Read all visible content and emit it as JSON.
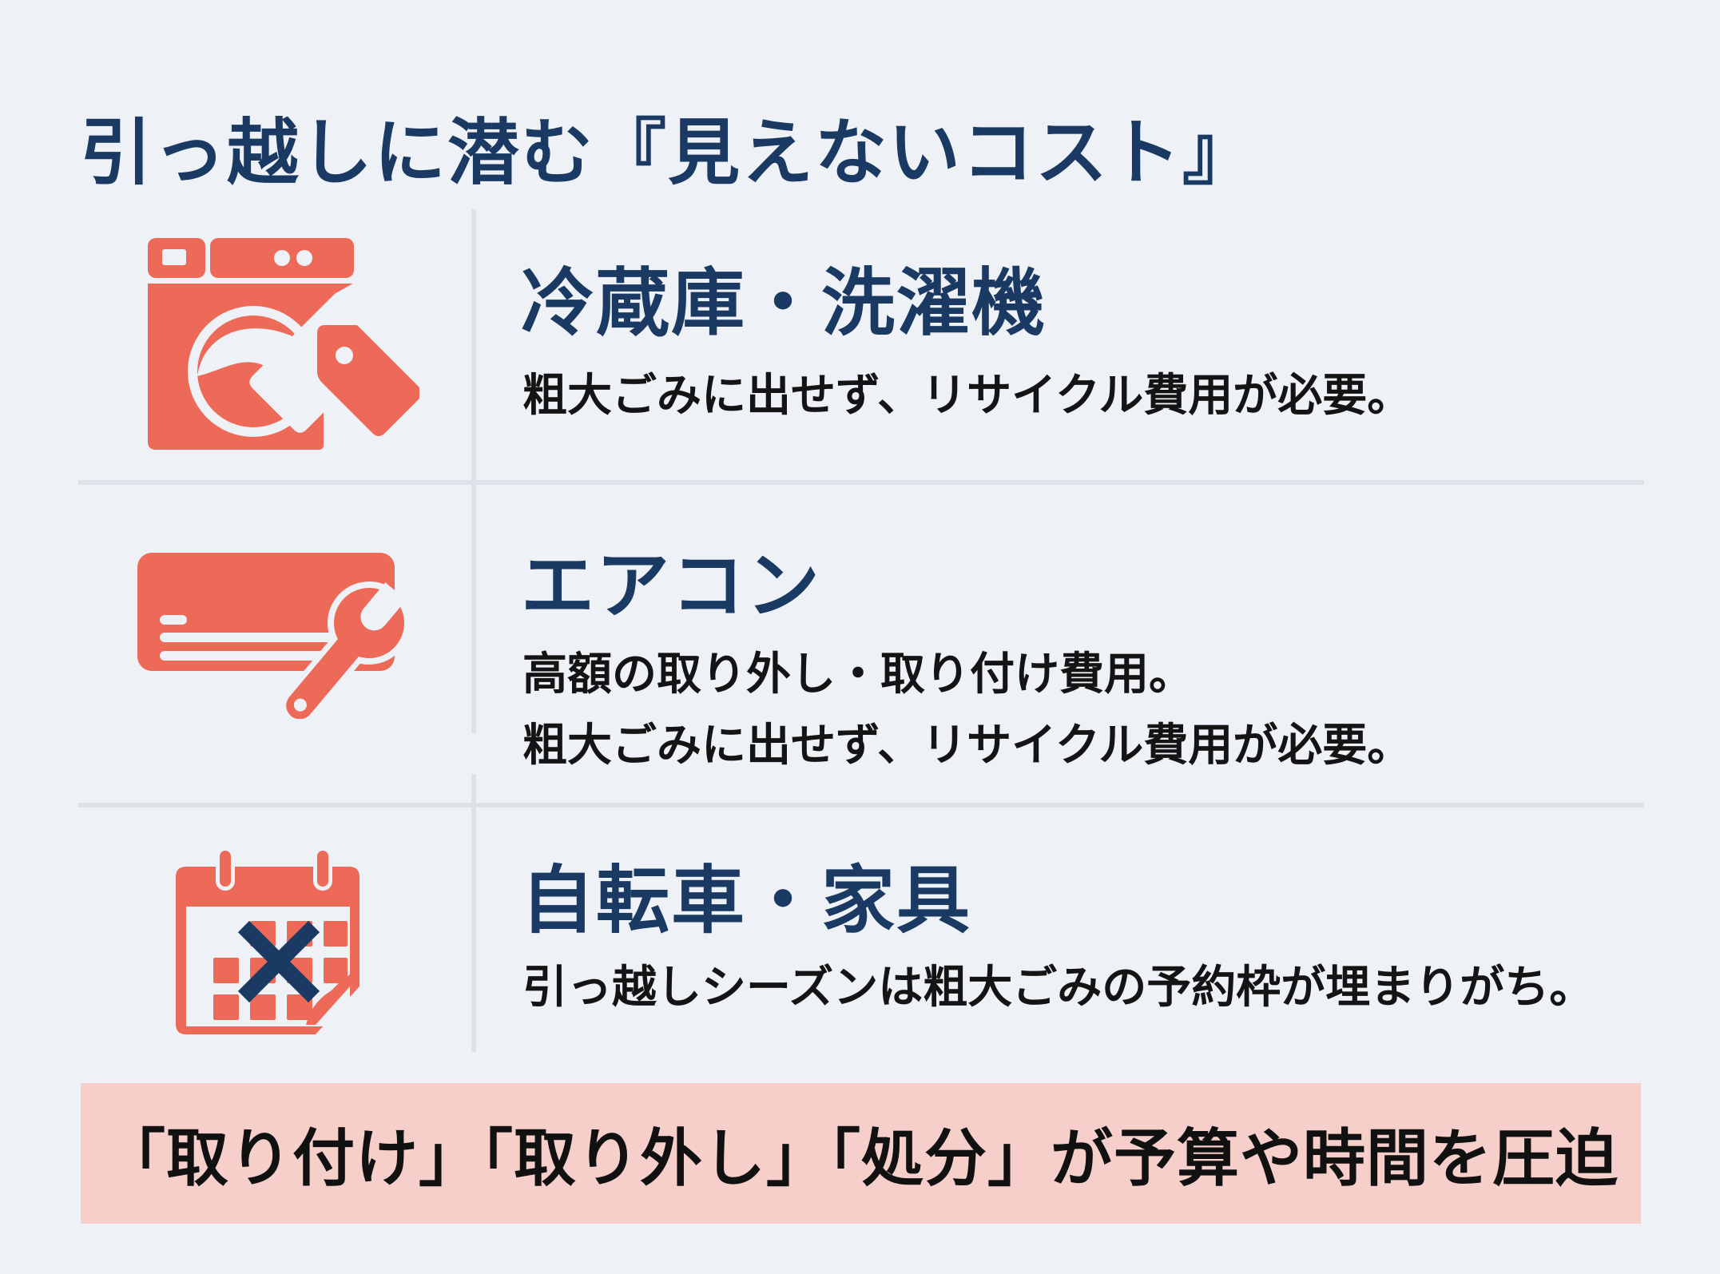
{
  "title": "引っ越しに潜む『見えないコスト』",
  "colors": {
    "background": "#EEF2F7",
    "title": "#1B3A63",
    "icon": "#EE6A58",
    "divider": "#DEE2E8",
    "banner": "#F6CFCB",
    "text": "#141414"
  },
  "rows": [
    {
      "icon": "washing-machine-price-tag-icon",
      "heading": "冷蔵庫・洗濯機",
      "lines": [
        "粗大ごみに出せず、リサイクル費用が必要。"
      ]
    },
    {
      "icon": "air-conditioner-wrench-icon",
      "heading": "エアコン",
      "lines": [
        "高額の取り外し・取り付け費用。",
        "粗大ごみに出せず、リサイクル費用が必要。"
      ]
    },
    {
      "icon": "calendar-cross-icon",
      "heading": "自転車・家具",
      "lines": [
        "引っ越しシーズンは粗大ごみの予約枠が埋まりがち。"
      ]
    }
  ],
  "banner": {
    "text": "「取り付け」「取り外し」「処分」が予算や時間を圧迫"
  }
}
